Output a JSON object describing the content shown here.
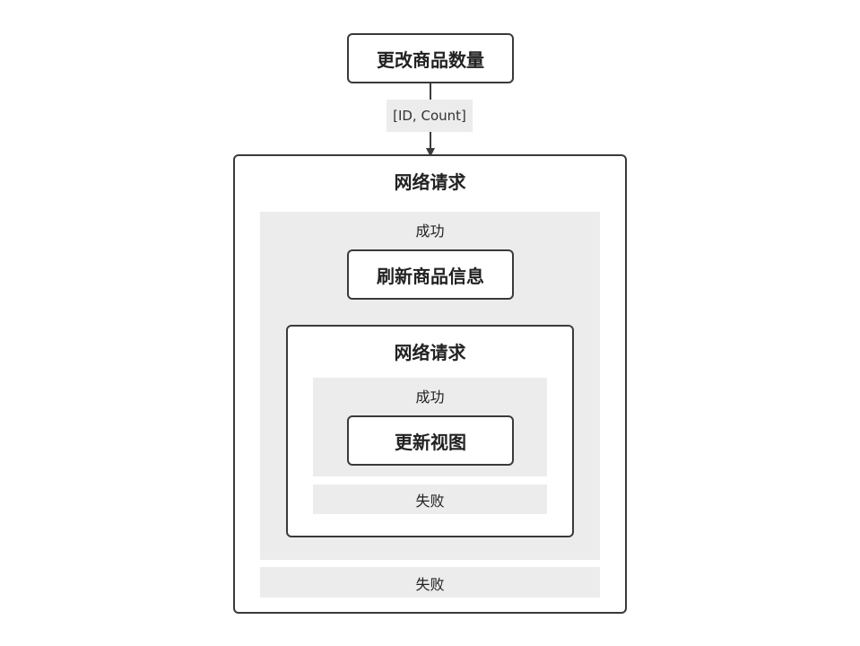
{
  "diagram": {
    "top_node": "更改商品数量",
    "edge_label": "[ID, Count]",
    "outer_request": {
      "title": "网络请求",
      "success": {
        "title": "成功",
        "action": "刷新商品信息",
        "inner_request": {
          "title": "网络请求",
          "success": {
            "title": "成功",
            "action": "更新视图"
          },
          "failure": {
            "title": "失败"
          }
        }
      },
      "failure": {
        "title": "失败"
      }
    }
  },
  "colors": {
    "border": "#3a3a3a",
    "branch_fill": "#ececec",
    "background": "#ffffff"
  }
}
